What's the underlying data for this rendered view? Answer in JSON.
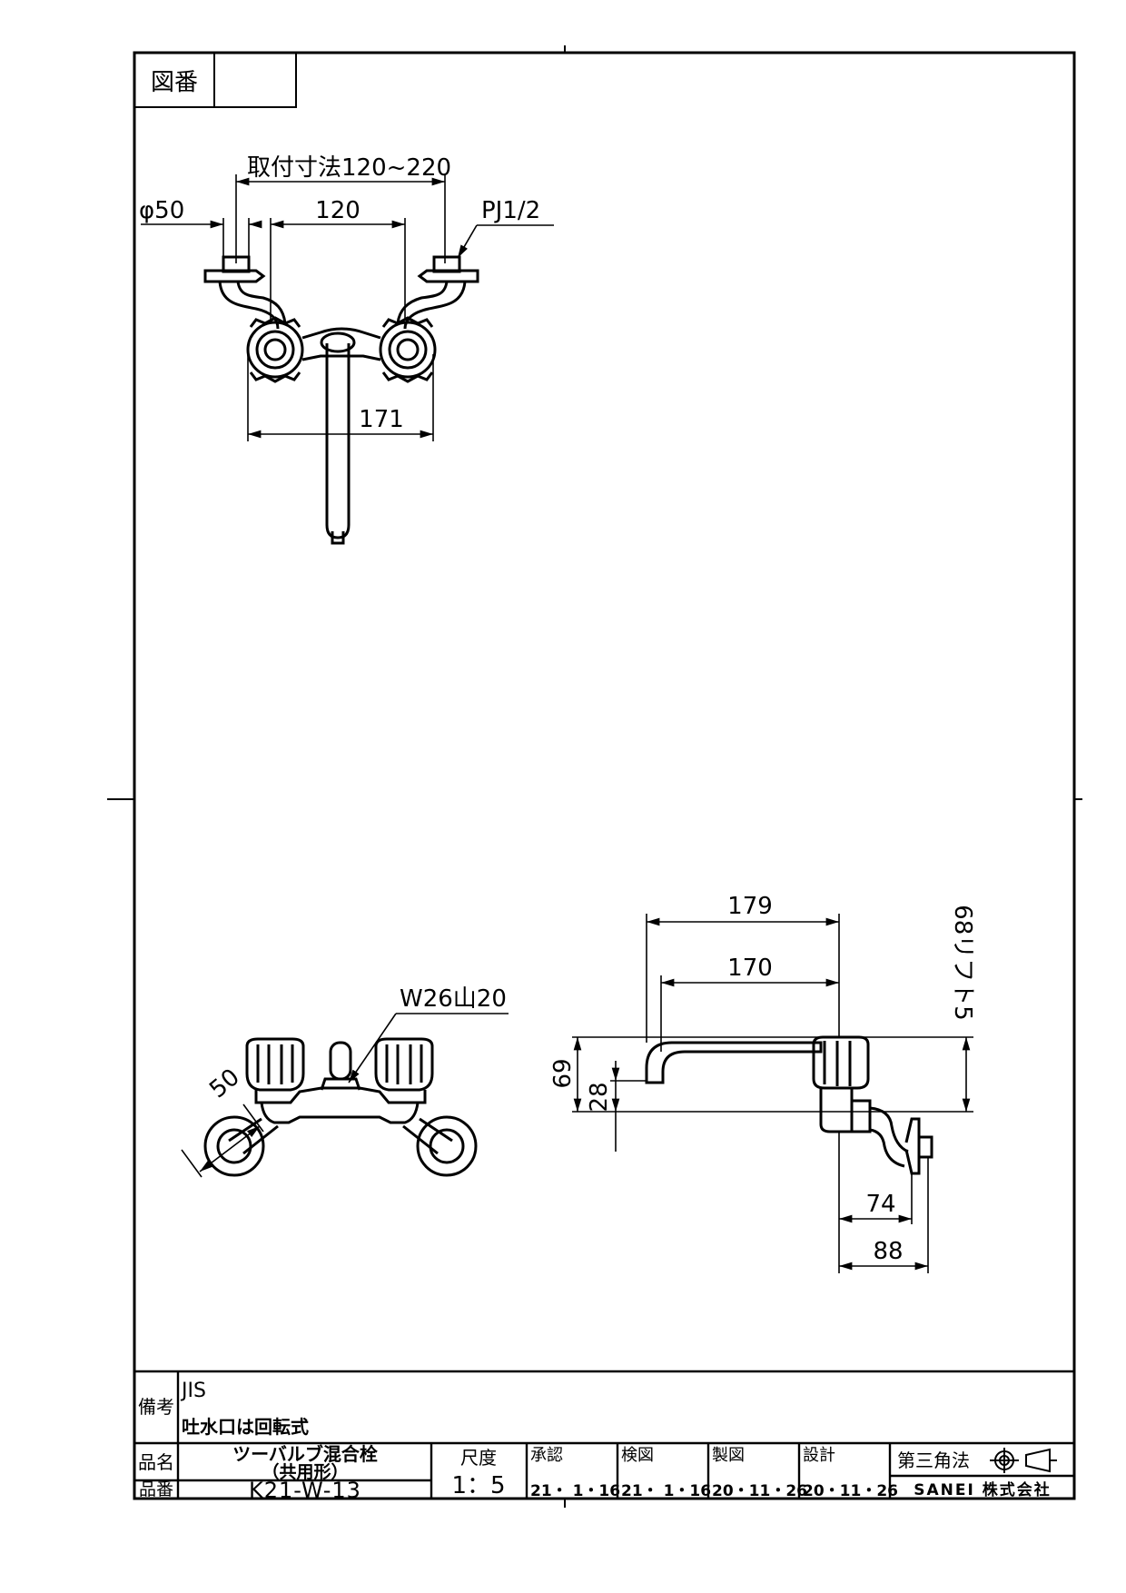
{
  "header": {
    "zuban_label": "図番",
    "zuban_value": ""
  },
  "top_view": {
    "mount_dim": "取付寸法120~220",
    "phi": "φ50",
    "center": "120",
    "thread": "PJ1/2",
    "width": "171"
  },
  "front_view": {
    "thread": "W26山20",
    "depth": "50"
  },
  "side_view": {
    "d179": "179",
    "d170": "170",
    "d69": "69",
    "d28": "28",
    "lift": "68リフト5",
    "d74": "74",
    "d88": "88"
  },
  "title_block": {
    "remarks_label": "備考",
    "remark1": "JIS",
    "remark2": "吐水口は回転式",
    "hinmei_label": "品名",
    "hinmei1": "ツーバルブ混合栓",
    "hinmei2": "（共用形）",
    "hinban_label": "品番",
    "hinban": "K21-W-13",
    "scale_label": "尺度",
    "scale": "1：5",
    "approve_label": "承認",
    "approve_date": "21・ 1・16",
    "check_label": "検図",
    "check_date": "21・ 1・16",
    "draw_label": "製図",
    "draw_date": "20・11・26",
    "design_label": "設計",
    "design_date": "20・11・26",
    "projection": "第三角法",
    "company": "SANEI 株式会社"
  }
}
